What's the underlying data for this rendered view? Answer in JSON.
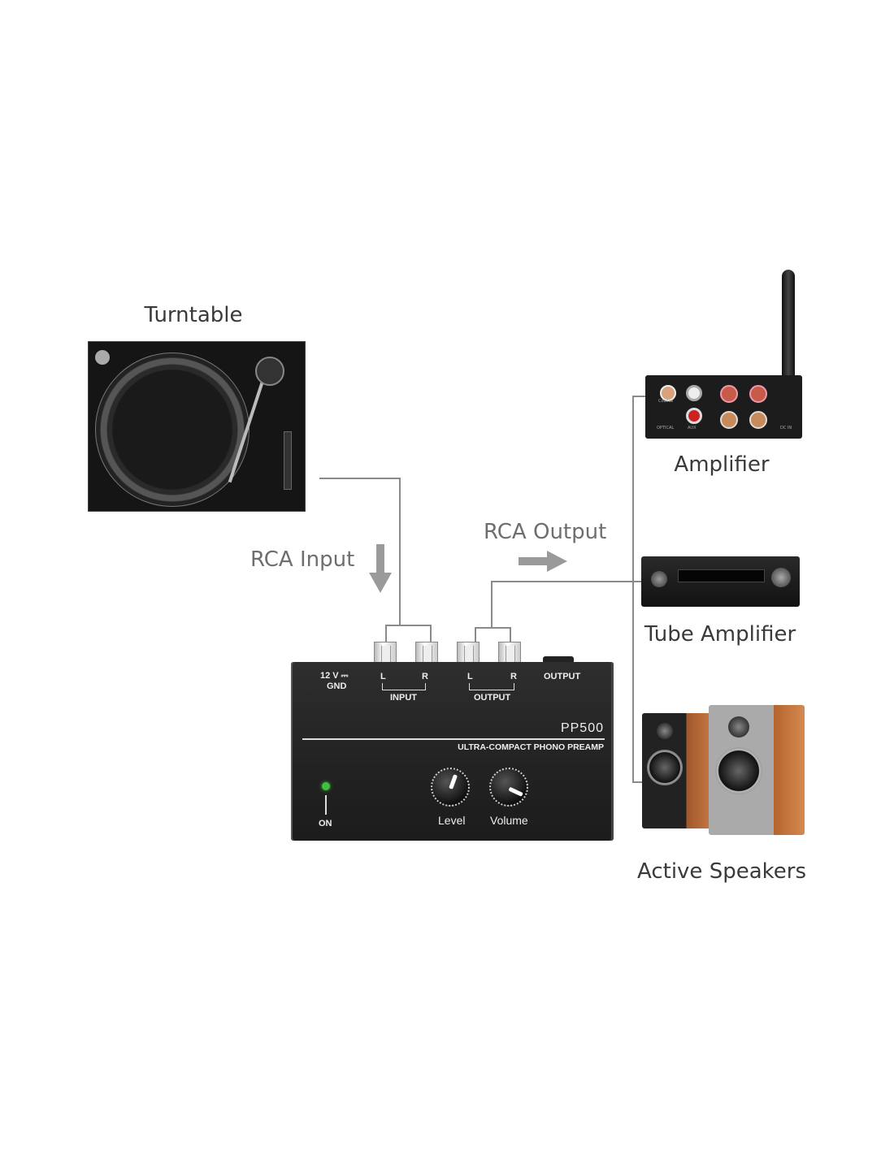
{
  "labels": {
    "turntable": "Turntable",
    "amplifier": "Amplifier",
    "tube_amplifier": "Tube Amplifier",
    "active_speakers": "Active Speakers",
    "rca_input": "RCA Input",
    "rca_output": "RCA Output"
  },
  "preamp": {
    "model": "PP500",
    "subtitle": "ULTRA-COMPACT PHONO PREAMP",
    "power_label": "12 V ⎓",
    "gnd_label": "GND",
    "input_label": "INPUT",
    "output_label": "OUTPUT",
    "output_jack_label": "OUTPUT",
    "left": "L",
    "right": "R",
    "on_label": "ON",
    "level_label": "Level",
    "volume_label": "Volume"
  },
  "amplifier_panel": {
    "coaxial": "Coaxial",
    "optical": "OPTICAL",
    "aux": "AUX",
    "dc": "DC IN"
  },
  "colors": {
    "wire": "#8a8a8a",
    "arrow": "#9a9a9a",
    "device": "#222222",
    "led": "#3fbf3f"
  }
}
